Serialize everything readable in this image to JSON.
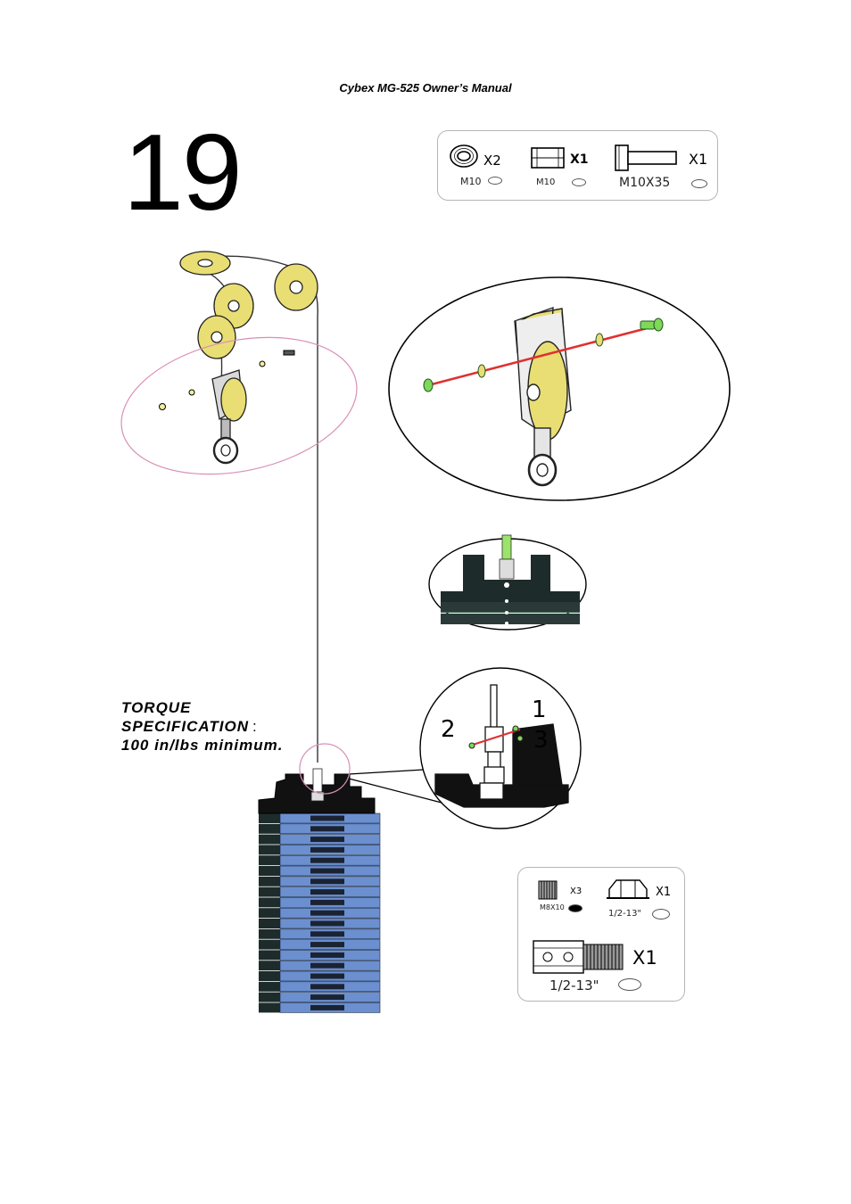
{
  "header": {
    "title": "Cybex MG-525 Owner’s Manual"
  },
  "step": {
    "number": "19"
  },
  "parts_top": [
    {
      "icon": "washer-icon",
      "qty": "X2",
      "label": "M10"
    },
    {
      "icon": "nut-icon",
      "qty": "X1",
      "label": "M10"
    },
    {
      "icon": "bolt-icon",
      "qty": "X1",
      "label": "M10X35"
    }
  ],
  "torque": {
    "line1": "TORQUE",
    "line2": "SPECIFICATION",
    "colon": ":",
    "line3": "100 in/lbs  minimum."
  },
  "callouts": {
    "n1": "1",
    "n2": "2",
    "n3": "3"
  },
  "parts_bottom": [
    {
      "icon": "set-screw-icon",
      "qty": "X3",
      "label": "M8X10"
    },
    {
      "icon": "hex-nut-icon",
      "qty": "X1",
      "label": "1/2-13\""
    },
    {
      "icon": "threaded-adapter-icon",
      "qty": "X1",
      "label": "1/2-13\""
    }
  ],
  "colors": {
    "pulley": "#e8de73",
    "weight_plate": "#6b8fcf",
    "dark_plate": "#1e2b2b",
    "cable_red": "#e03030",
    "callout_ring": "#d98fb4"
  }
}
